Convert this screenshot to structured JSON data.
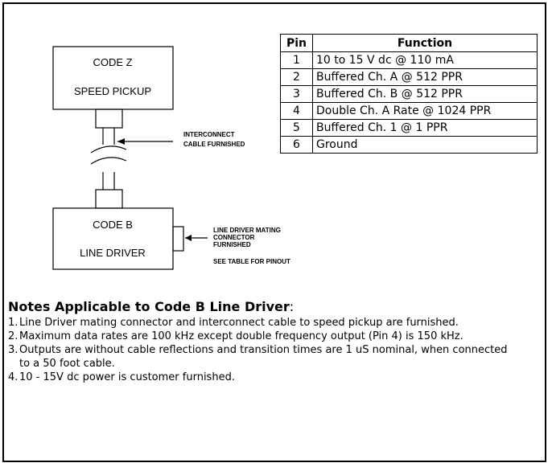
{
  "diagram": {
    "speed_pickup_box": {
      "line1": "CODE  Z",
      "line2": "SPEED PICKUP"
    },
    "line_driver_box": {
      "line1": "CODE  B",
      "line2": "LINE DRIVER"
    },
    "cable_label": [
      "INTERCONNECT",
      "CABLE FURNISHED"
    ],
    "connector_label": [
      "LINE DRIVER MATING",
      "CONNECTOR",
      "FURNISHED"
    ],
    "pinout_note": "SEE TABLE FOR PINOUT"
  },
  "pin_table": {
    "headers": {
      "pin": "Pin",
      "function": "Function"
    },
    "rows": [
      {
        "pin": "1",
        "function": "10 to 15 V dc @ 110 mA"
      },
      {
        "pin": "2",
        "function": "Buffered Ch. A @ 512 PPR"
      },
      {
        "pin": "3",
        "function": "Buffered Ch. B @ 512 PPR"
      },
      {
        "pin": "4",
        "function": "Double Ch. A Rate  @ 1024 PPR"
      },
      {
        "pin": "5",
        "function": "Buffered Ch. 1 @ 1 PPR"
      },
      {
        "pin": "6",
        "function": "Ground"
      }
    ]
  },
  "notes": {
    "heading": "Notes Applicable to Code B Line Driver",
    "heading_suffix": ":",
    "items": [
      {
        "num": "1.",
        "text": "Line Driver mating connector and interconnect cable to speed pickup are furnished."
      },
      {
        "num": "2.",
        "text": "Maximum data rates are 100 kHz except double frequency output (Pin 4) is 150 kHz."
      },
      {
        "num": "3.",
        "text": "Outputs are without cable reflections and transition times are 1 uS nominal, when connected to a 50 foot cable."
      },
      {
        "num": "4.",
        "text": "10 - 15V dc power is customer furnished."
      }
    ]
  }
}
